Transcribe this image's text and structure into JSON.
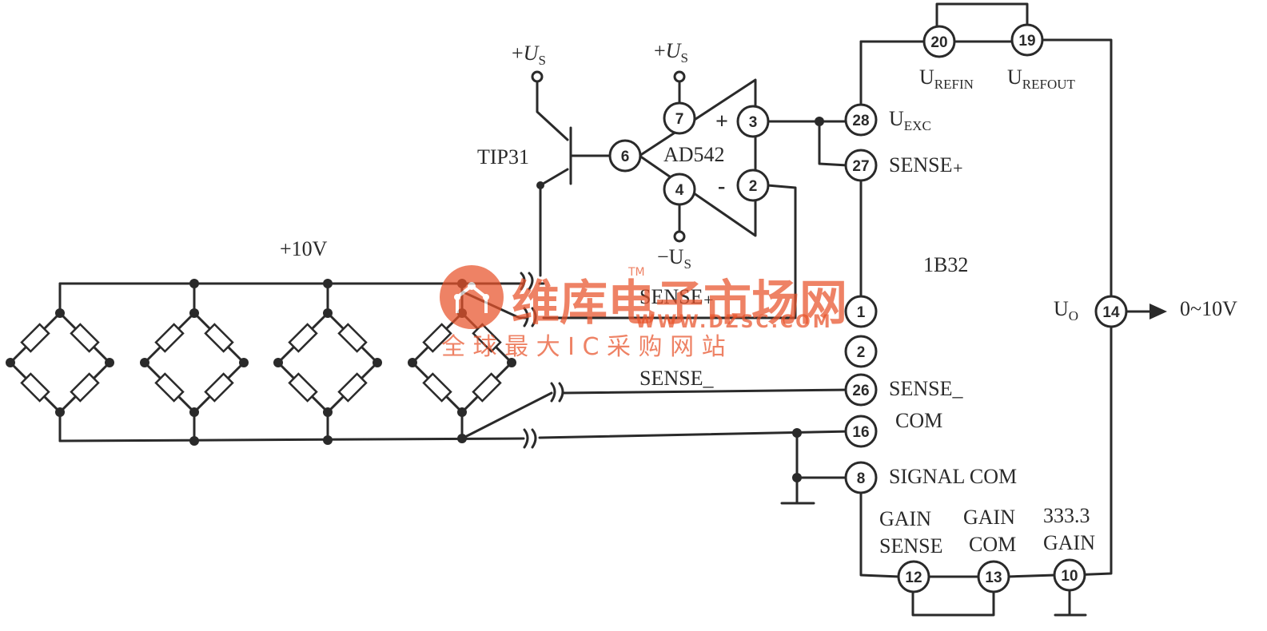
{
  "circuit": {
    "bridge_supply": "+10V",
    "transistor": "TIP31",
    "opamp": "AD542",
    "module": "1B32",
    "output_range": "0~10V",
    "supply_plus": {
      "sign": "+",
      "main": "U",
      "sub": "S"
    },
    "supply_minus": {
      "sign": "−",
      "main": "U",
      "sub": "S"
    },
    "op_plus": "+",
    "op_minus": "-",
    "u_refin": {
      "main": "U",
      "sub": "REFIN"
    },
    "u_refout": {
      "main": "U",
      "sub": "REFOUT"
    },
    "u_exc": {
      "main": "U",
      "sub": "EXC"
    },
    "u_out": {
      "main": "U",
      "sub": "O"
    },
    "sense_plus_pin": "SENSE₊",
    "sense_plus_wire": "SENSE₊",
    "sense_minus_pin": "SENSE_",
    "sense_minus_wire": "SENSE_",
    "com": "COM",
    "signal_com": "SIGNAL COM",
    "gain_sense": [
      "GAIN",
      "SENSE"
    ],
    "gain_com": [
      "GAIN",
      "COM"
    ],
    "gain_333": [
      "333.3",
      "GAIN"
    ],
    "opamp_pins": [
      "7",
      "6",
      "4",
      "3",
      "2"
    ],
    "module_pins": [
      "20",
      "19",
      "28",
      "27",
      "1",
      "2",
      "26",
      "16",
      "8",
      "14",
      "12",
      "13",
      "10"
    ]
  },
  "watermark": {
    "brand": "维库电子市场网",
    "tm": "TM",
    "url": "WWW.DZSC.COM",
    "slogan": "全 球 最 大 I C 采 购 网 站",
    "color": "#e8532a"
  },
  "colors": {
    "ink": "#2a2a2a",
    "background": "#ffffff"
  }
}
